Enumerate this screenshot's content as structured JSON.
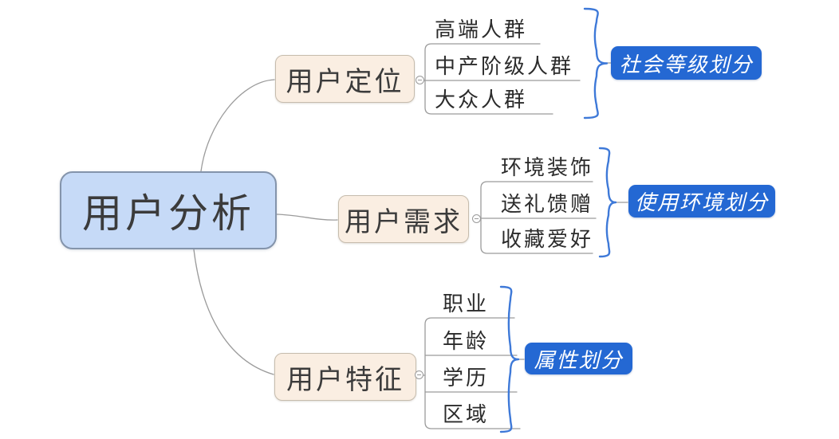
{
  "root": {
    "label": "用户分析"
  },
  "branches": [
    {
      "label": "用户定位",
      "children": [
        "高端人群",
        "中产阶级人群",
        "大众人群"
      ],
      "summary": "社会等级划分"
    },
    {
      "label": "用户需求",
      "children": [
        "环境装饰",
        "送礼馈赠",
        "收藏爱好"
      ],
      "summary": "使用环境划分"
    },
    {
      "label": "用户特征",
      "children": [
        "职业",
        "年龄",
        "学历",
        "区域"
      ],
      "summary": "属性划分"
    }
  ],
  "colors": {
    "root_fill": "#c6daf7",
    "root_border": "#8494ab",
    "branch_fill": "#faeee2",
    "branch_border": "#c6bcad",
    "summary_fill": "#2468d3",
    "summary_text": "#ffffff",
    "brace": "#3e79d8",
    "connector_line": "#9b9b9b",
    "text": "#3b3b3b"
  },
  "icons": {
    "collapse_toggle": "minus-circle"
  }
}
